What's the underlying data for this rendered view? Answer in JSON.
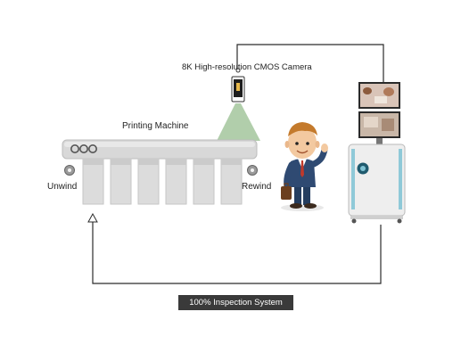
{
  "labels": {
    "camera": "8K High-resolution CMOS Camera",
    "machine": "Printing Machine",
    "unwind": "Unwind",
    "rewind": "Rewind",
    "system": "100% Inspection System"
  },
  "icons": {
    "camera": "camera-icon",
    "operator": "operator-icon",
    "station": "inspection-station-icon"
  },
  "colors": {
    "connector_line": "#2b2b2b",
    "camera_beam": "#9fc29a",
    "system_badge": "#3a3a3a",
    "machine_body": "#d6d6d6"
  }
}
